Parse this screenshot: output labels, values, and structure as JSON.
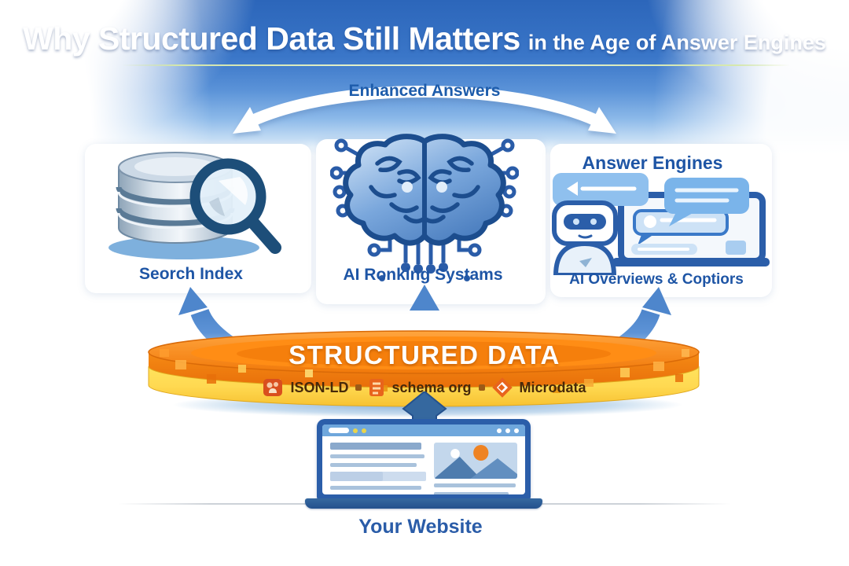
{
  "title": {
    "main": "Why Structured Data Still Matters",
    "suffix": "in the Age of Answer Engines"
  },
  "flow": {
    "enhanced_answers": "Enhanced Answers"
  },
  "nodes": {
    "search_index": {
      "label": "Seorch Index"
    },
    "ai_ranking": {
      "label": "AI Ronking Systams"
    },
    "answer_engines": {
      "title": "Answer Engines",
      "caption": "AI Overviews & Coptiors"
    }
  },
  "structured_data": {
    "label": "STRUCTURED DATA",
    "badges": [
      {
        "name": "json-ld",
        "label": "ISON-LD"
      },
      {
        "name": "schema-org",
        "label": "schema org"
      },
      {
        "name": "microdata",
        "label": "Microdata"
      }
    ]
  },
  "website": {
    "label": "Your Website"
  },
  "colors": {
    "accent_blue": "#1e55a5",
    "banner_orange": "#f5820e",
    "banner_yellow": "#ffd951",
    "arrow_blue": "#5d93d6",
    "badge_orange": "#e8641c"
  }
}
